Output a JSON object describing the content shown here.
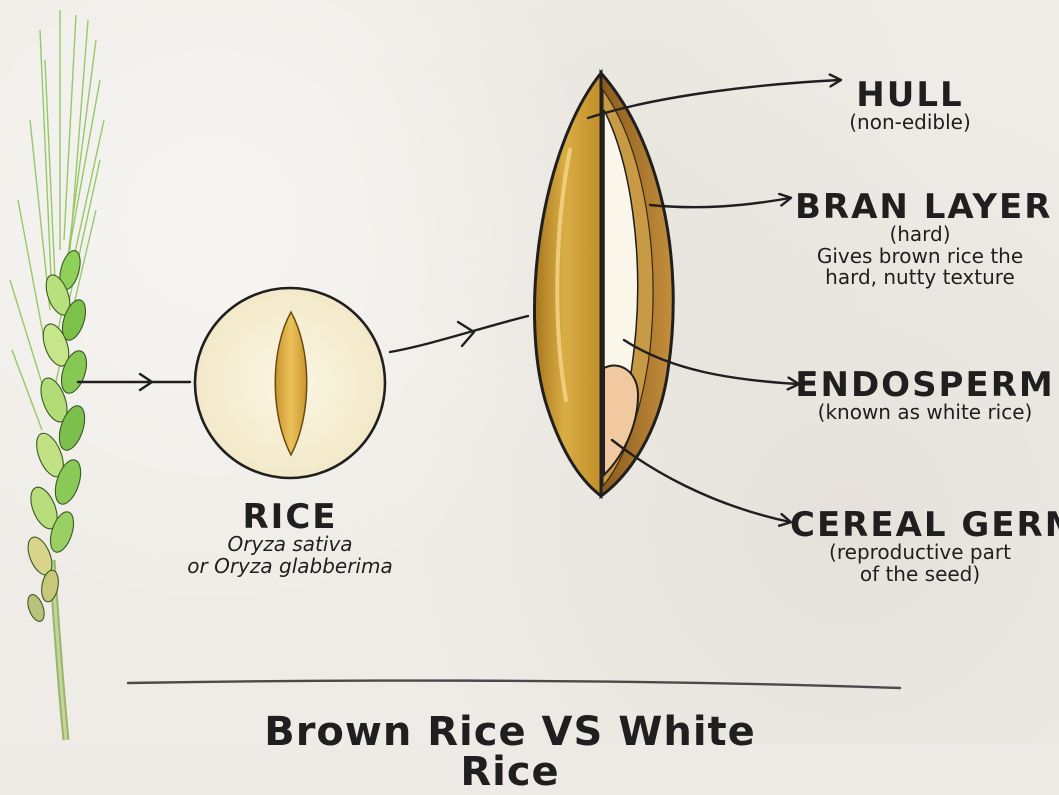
{
  "labels": {
    "hull": {
      "title": "HULL",
      "sub": "(non-edible)"
    },
    "bran": {
      "title": "BRAN LAYER",
      "sub1": "(hard)",
      "sub2": "Gives brown rice the",
      "sub3": "hard, nutty texture"
    },
    "endosperm": {
      "title": "ENDOSPERM",
      "sub": "(known as white rice)"
    },
    "germ": {
      "title": "CEREAL GERM",
      "sub1": "(reproductive part",
      "sub2": "of the seed)"
    },
    "rice": {
      "title": "RICE",
      "sub1": "Oryza sativa",
      "sub2": "or Oryza glabberima"
    }
  },
  "bottom_title": "Brown Rice VS White Rice",
  "colors": {
    "ink": "#1f1f1f",
    "hull_gold": "#c99a2e",
    "bran_brown": "#a0712a",
    "endosperm": "#fbf6ea",
    "germ": "#f2cfa8",
    "wheat_green": "#7fc24a",
    "circle_fill": "#f6efd6"
  }
}
